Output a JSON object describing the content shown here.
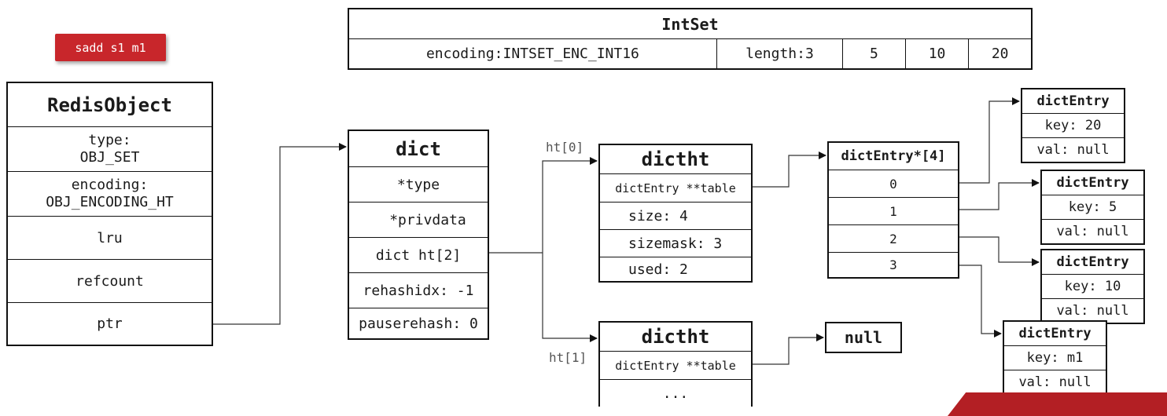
{
  "command": "sadd s1 m1",
  "intset": {
    "title": "IntSet",
    "encoding": "encoding:INTSET_ENC_INT16",
    "length": "length:3",
    "values": [
      "5",
      "10",
      "20"
    ]
  },
  "redis_object": {
    "title": "RedisObject",
    "type_label": "type:",
    "type_value": "OBJ_SET",
    "encoding_label": "encoding:",
    "encoding_value": "OBJ_ENCODING_HT",
    "lru": "lru",
    "refcount": "refcount",
    "ptr": "ptr"
  },
  "dict": {
    "title": "dict",
    "fields": [
      "*type",
      "*privdata",
      "dict ht[2]",
      "rehashidx: -1",
      "pauserehash: 0"
    ]
  },
  "ht_labels": [
    "ht[0]",
    "ht[1]"
  ],
  "dictht0": {
    "title": "dictht",
    "fields": [
      "dictEntry **table",
      "size: 4",
      "sizemask: 3",
      "used: 2"
    ]
  },
  "dictht1": {
    "title": "dictht",
    "fields": [
      "dictEntry **table",
      "..."
    ]
  },
  "table_array": {
    "title": "dictEntry*[4]",
    "slots": [
      "0",
      "1",
      "2",
      "3"
    ]
  },
  "null_label": "null",
  "entries": [
    {
      "title": "dictEntry",
      "key": "key: 20",
      "val": "val: null"
    },
    {
      "title": "dictEntry",
      "key": "key: 5",
      "val": "val: null"
    },
    {
      "title": "dictEntry",
      "key": "key: 10",
      "val": "val: null"
    },
    {
      "title": "dictEntry",
      "key": "key: m1",
      "val": "val: null"
    }
  ],
  "colors": {
    "badge": "#c8262b",
    "line": "#111111"
  }
}
